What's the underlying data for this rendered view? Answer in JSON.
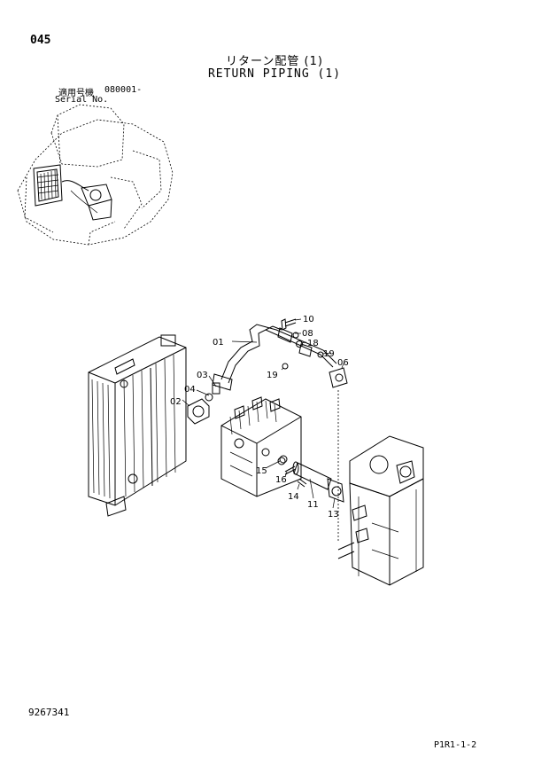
{
  "header": {
    "page_number": "045",
    "title_jp": "リターン配管 (1)",
    "title_en": "RETURN PIPING (1)",
    "serial_label_jp": "適用号機",
    "serial_value": "080001-",
    "serial_label_en": "Serial No."
  },
  "parts": [
    "10",
    "01",
    "08",
    "18",
    "19",
    "06",
    "03",
    "19",
    "04",
    "02",
    "15",
    "16",
    "14",
    "11",
    "13"
  ],
  "footer": {
    "drawing_number": "9267341",
    "page_code": "P1R1-1-2"
  }
}
